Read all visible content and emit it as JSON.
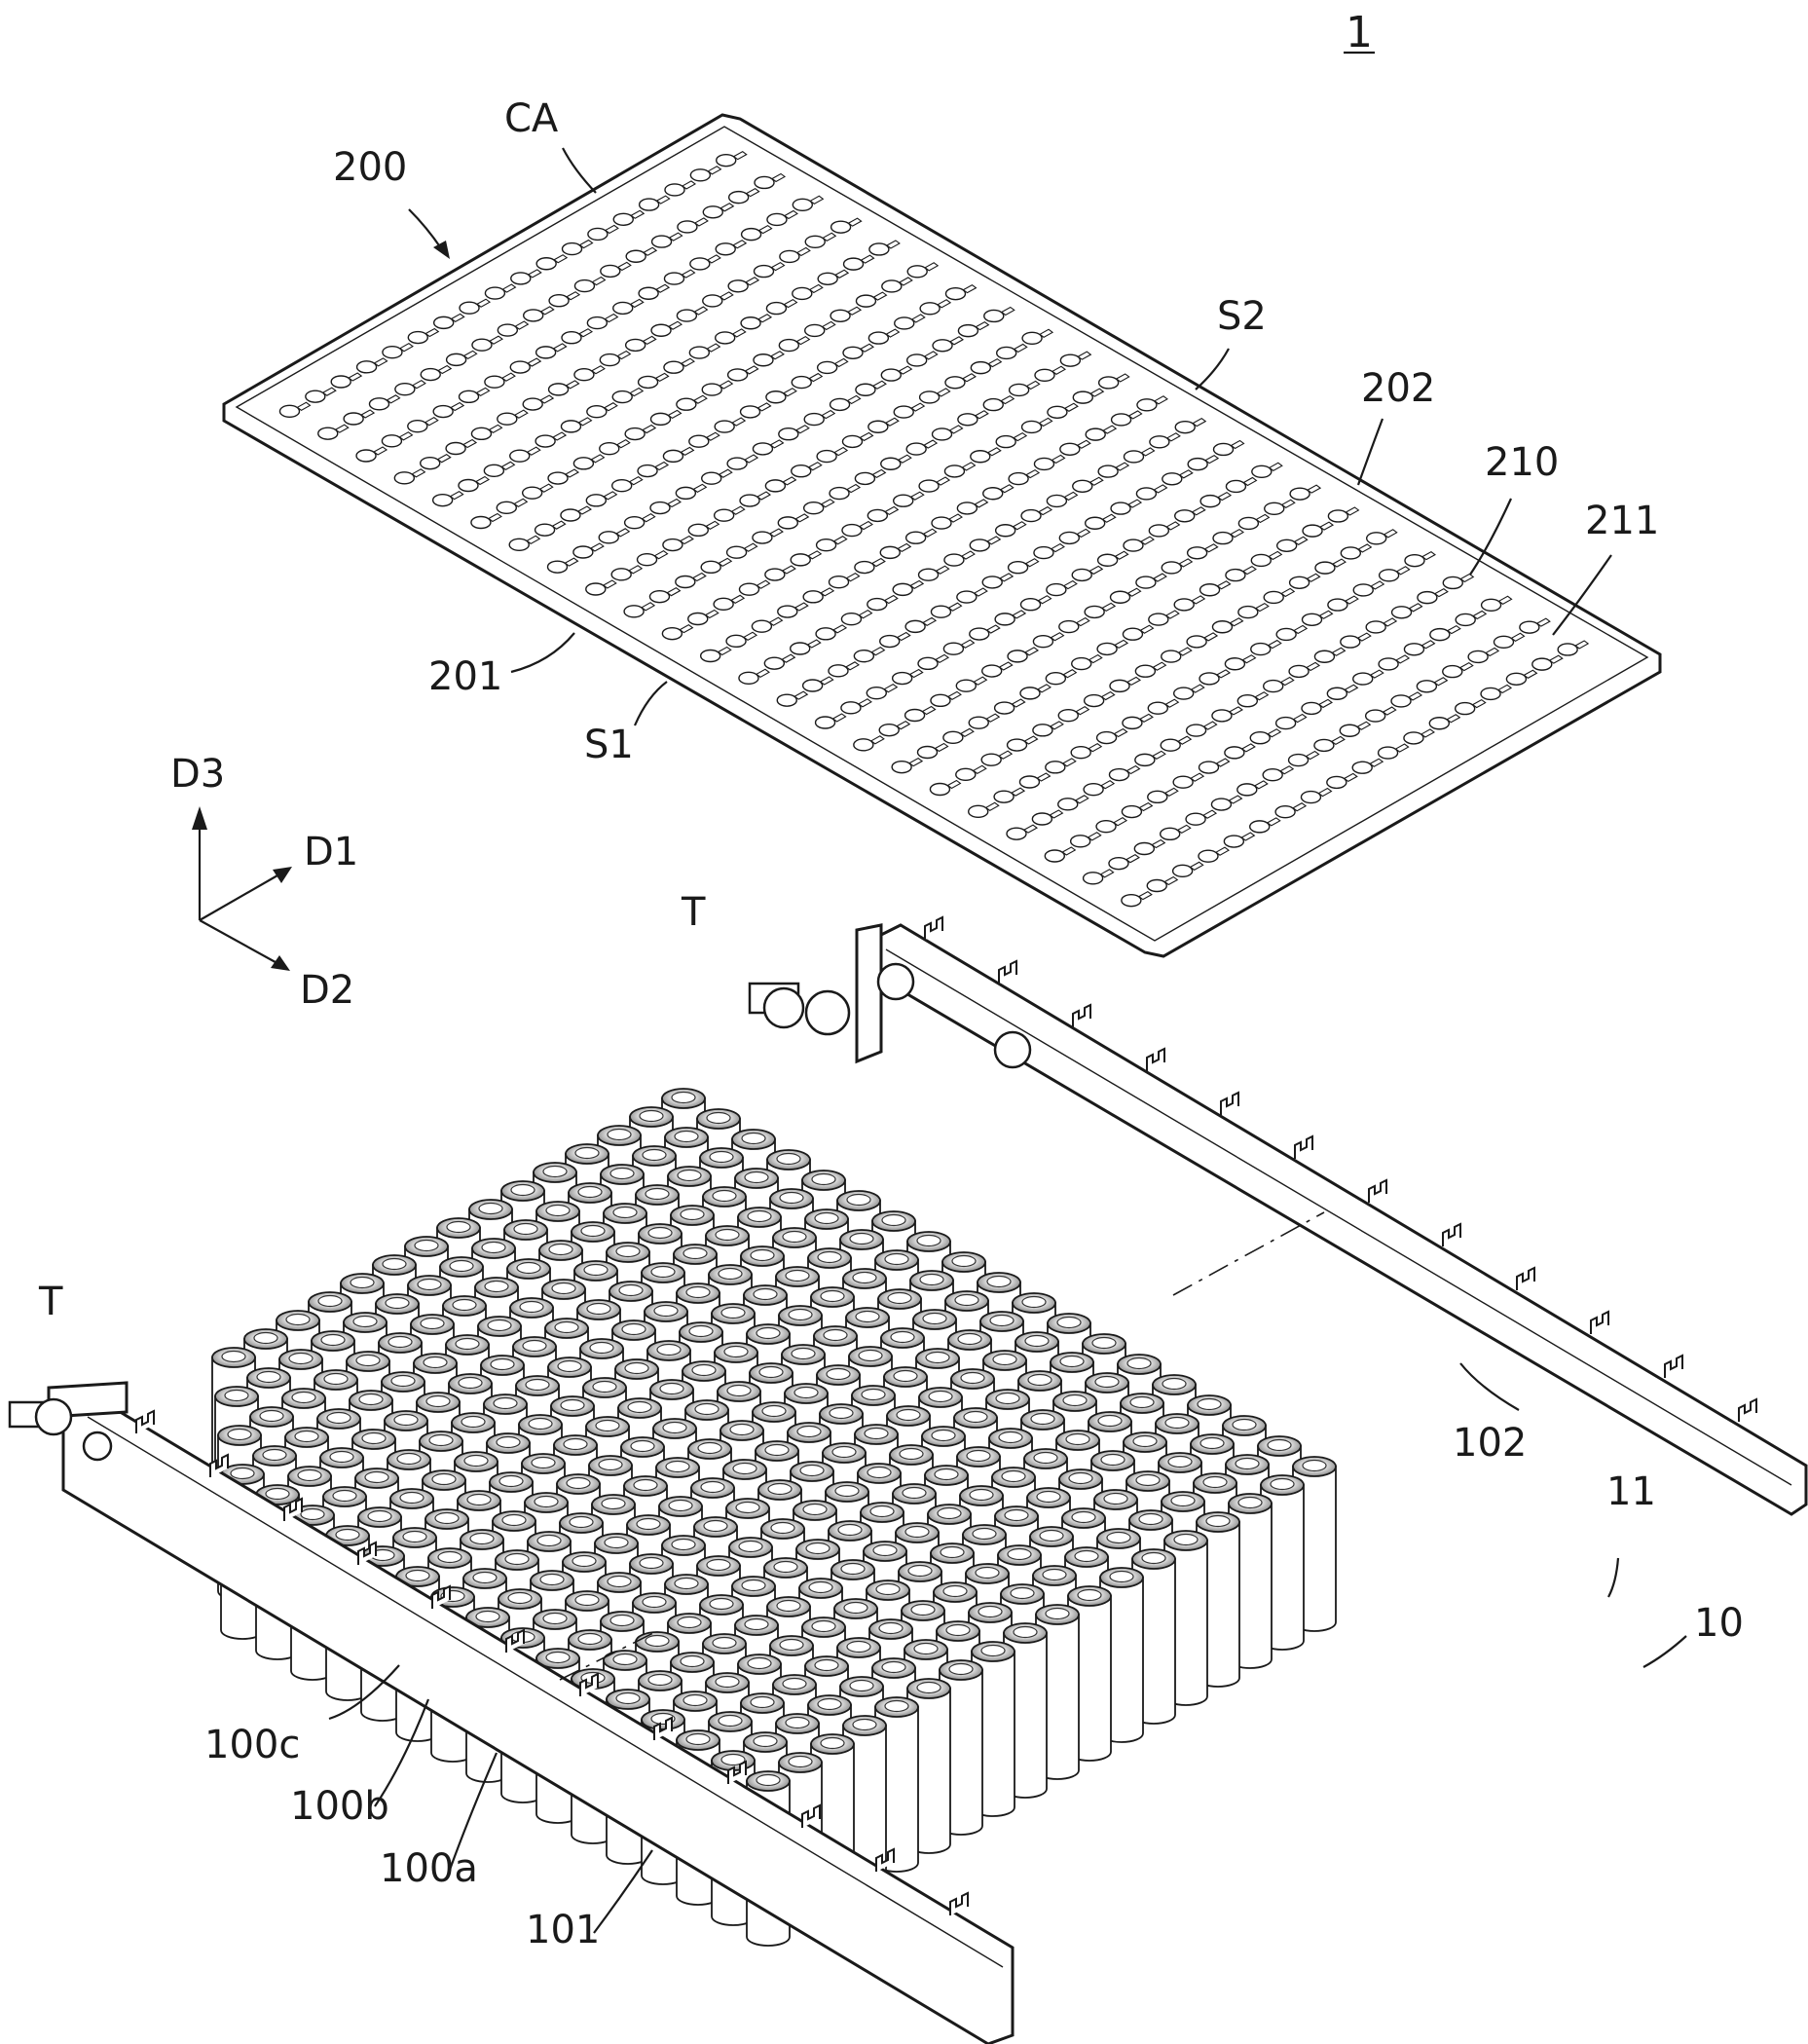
{
  "figure": {
    "figure_number": "1",
    "labels": {
      "plate": "200",
      "ca": "CA",
      "s2": "S2",
      "l202": "202",
      "l210": "210",
      "l211": "211",
      "l201": "201",
      "s1": "S1",
      "d3": "D3",
      "d1": "D1",
      "d2": "D2",
      "t_right": "T",
      "t_left": "T",
      "l102": "102",
      "l11": "11",
      "l10": "10",
      "l100c": "100c",
      "l100b": "100b",
      "l100a": "100a",
      "l101": "101"
    }
  }
}
